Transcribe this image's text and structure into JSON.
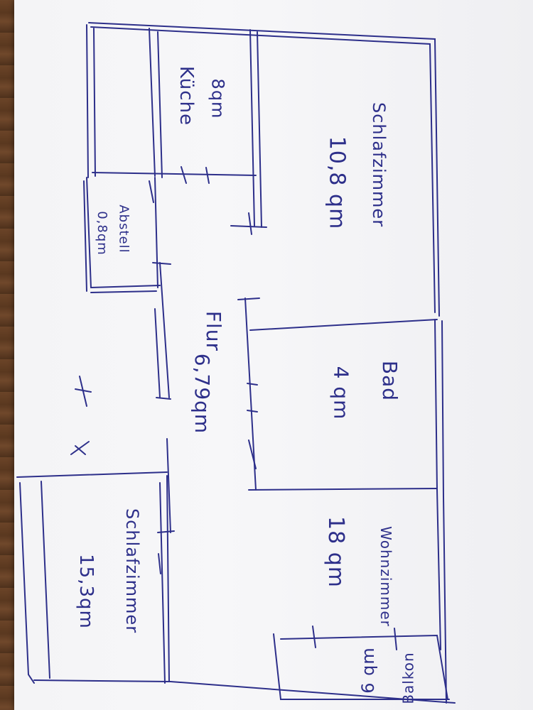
{
  "rooms": {
    "kueche": {
      "name": "Küche",
      "area": "8qm"
    },
    "abstell": {
      "name": "Abstell",
      "area": "0,8qm"
    },
    "schlafzimmer1": {
      "name": "Schlafzimmer",
      "area": "10,8 qm"
    },
    "flur": {
      "name": "Flur",
      "area": "6,79qm"
    },
    "bad": {
      "name": "Bad",
      "area": "4 qm"
    },
    "wohnzimmer": {
      "name": "Wohnzimmer",
      "area": "18 qm"
    },
    "schlafzimmer2": {
      "name": "Schlafzimmer",
      "area": "15,3qm"
    },
    "balkon": {
      "name": "Balkon",
      "area": "6 qm"
    }
  },
  "colors": {
    "ink": "#2d2f8a",
    "paper": "#f5f5f7",
    "wood": "#5a3b22"
  }
}
